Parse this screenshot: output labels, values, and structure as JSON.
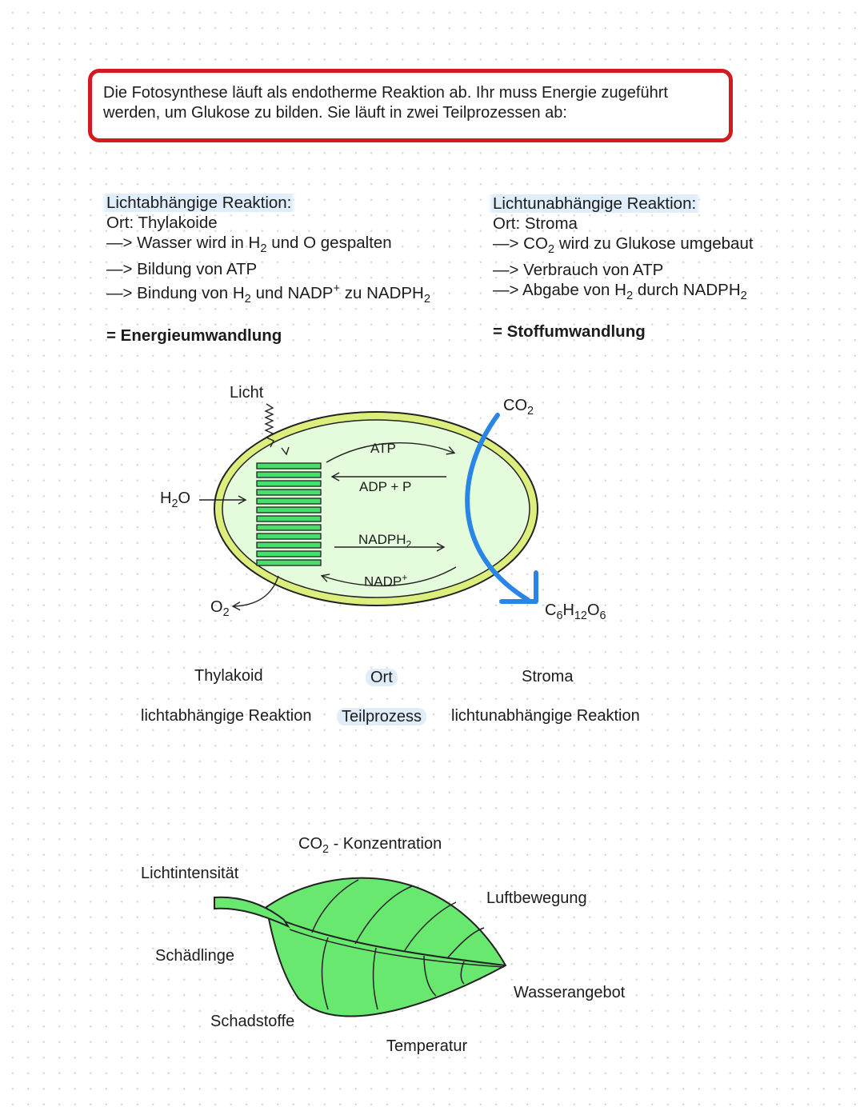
{
  "intro": {
    "line1": "Die Fotosynthese läuft als endotherme Reaktion ab. Ihr muss Energie zugeführt",
    "line2": "werden, um Glukose zu bilden. Sie läuft in zwei Teilprozessen ab:"
  },
  "light_reaction": {
    "title": "Lichtabhängige Reaktion:",
    "location": "Ort: Thylakoide",
    "steps": [
      {
        "pre": "—> Wasser wird in H",
        "sub": "2",
        "post": " und O gespalten"
      },
      {
        "pre": "—> Bildung von ATP",
        "sub": "",
        "post": ""
      },
      {
        "pre": "—> Bindung von H",
        "sub": "2",
        "mid": " und NADP",
        "sup": "+",
        "mid2": "  zu NADPH",
        "sub2": "2"
      }
    ],
    "summary": "= Energieumwandlung"
  },
  "dark_reaction": {
    "title": "Lichtunabhängige Reaktion:",
    "location": "Ort: Stroma",
    "steps": [
      {
        "pre": "—> CO",
        "sub": "2",
        "post": " wird zu Glukose umgebaut"
      },
      {
        "pre": "—> Verbrauch von ATP",
        "sub": "",
        "post": ""
      },
      {
        "pre": "—> Abgabe von H",
        "sub": "2",
        "mid": " durch NADPH",
        "sub2": "2"
      }
    ],
    "summary": "= Stoffumwandlung"
  },
  "diagram": {
    "licht": "Licht",
    "h2o": {
      "pre": "H",
      "sub": "2",
      "post": "O"
    },
    "o2": {
      "pre": "O",
      "sub": "2"
    },
    "co2": {
      "pre": "CO",
      "sub": "2"
    },
    "glucose": {
      "c": "C",
      "c_n": "6",
      "h": "H",
      "h_n": "12",
      "o": "O",
      "o_n": "6"
    },
    "atp": "ATP",
    "adp": "ADP + P",
    "nadph2": {
      "pre": "NADPH",
      "sub": "2"
    },
    "nadp": {
      "pre": "NADP",
      "sup": "+"
    },
    "colors": {
      "membrane": "#dcef7c",
      "stroma": "#e4fbdc",
      "thylakoid": "#44e06a",
      "co2_arrow": "#2a86e6",
      "border_red": "#d21a1f"
    }
  },
  "table": {
    "col1_row1": "Thylakoid",
    "col2_row1": "Ort",
    "col3_row1": "Stroma",
    "col1_row2": "lichtabhängige Reaktion",
    "col2_row2": "Teilprozess",
    "col3_row2": "lichtunabhängige Reaktion"
  },
  "factors": {
    "co2": {
      "pre": "CO",
      "sub": "2",
      "post": " - Konzentration"
    },
    "lichtintensitaet": "Lichtintensität",
    "luftbewegung": "Luftbewegung",
    "schaedlinge": "Schädlinge",
    "wasserangebot": "Wasserangebot",
    "schadstoffe": "Schadstoffe",
    "temperatur": "Temperatur",
    "leaf_color": "#68e86f"
  }
}
